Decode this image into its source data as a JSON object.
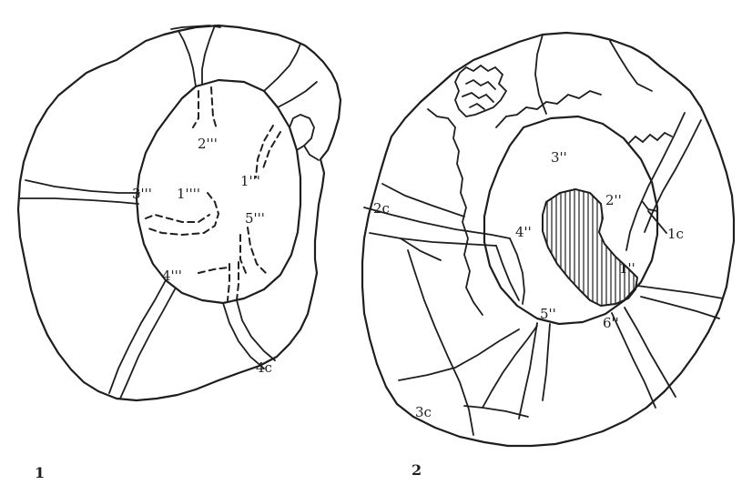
{
  "figure_1": {
    "number": "1",
    "labels": {
      "plate_1": "1'''",
      "plate_2": "2'''",
      "plate_1_center": "1''''",
      "plate_3": "3'''",
      "plate_4": "4'''",
      "plate_5": "5'''",
      "cingular_4": "4c"
    }
  },
  "figure_2": {
    "number": "2",
    "labels": {
      "plate_1": "1''",
      "plate_2": "2''",
      "plate_3": "3''",
      "plate_4": "4''",
      "plate_5": "5''",
      "plate_6": "6''",
      "cingular_1": "1c",
      "cingular_2": "2c",
      "cingular_3": "3c"
    }
  },
  "colors": {
    "ink": "#1e1e1e",
    "background": "#ffffff"
  }
}
